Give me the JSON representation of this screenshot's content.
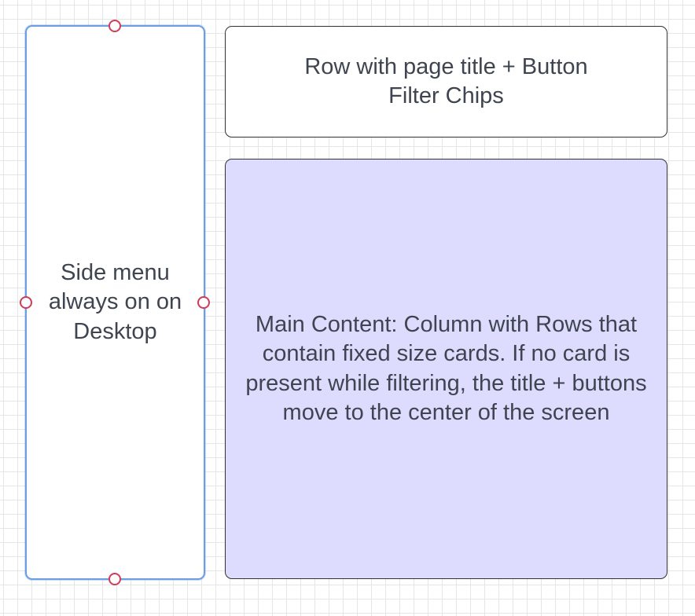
{
  "diagram": {
    "nodes": [
      {
        "id": "side-menu",
        "label": "Side menu\nalways on on\nDesktop",
        "selected": true
      },
      {
        "id": "header-row",
        "label": "Row with page title + Button\nFilter Chips"
      },
      {
        "id": "main-content",
        "label": "Main Content: Column with Rows that contain fixed size cards. If no card is present while filtering, the title + buttons move to the center of the screen"
      }
    ]
  },
  "colors": {
    "canvas_background": "#ffffff",
    "grid_line": "#e6e6e6",
    "shape_border": "#2f3338",
    "text": "#3f4550",
    "main_content_fill": "#dedcfe",
    "selection_border": "#6b9ee3",
    "connection_handle": "#d23b57"
  }
}
